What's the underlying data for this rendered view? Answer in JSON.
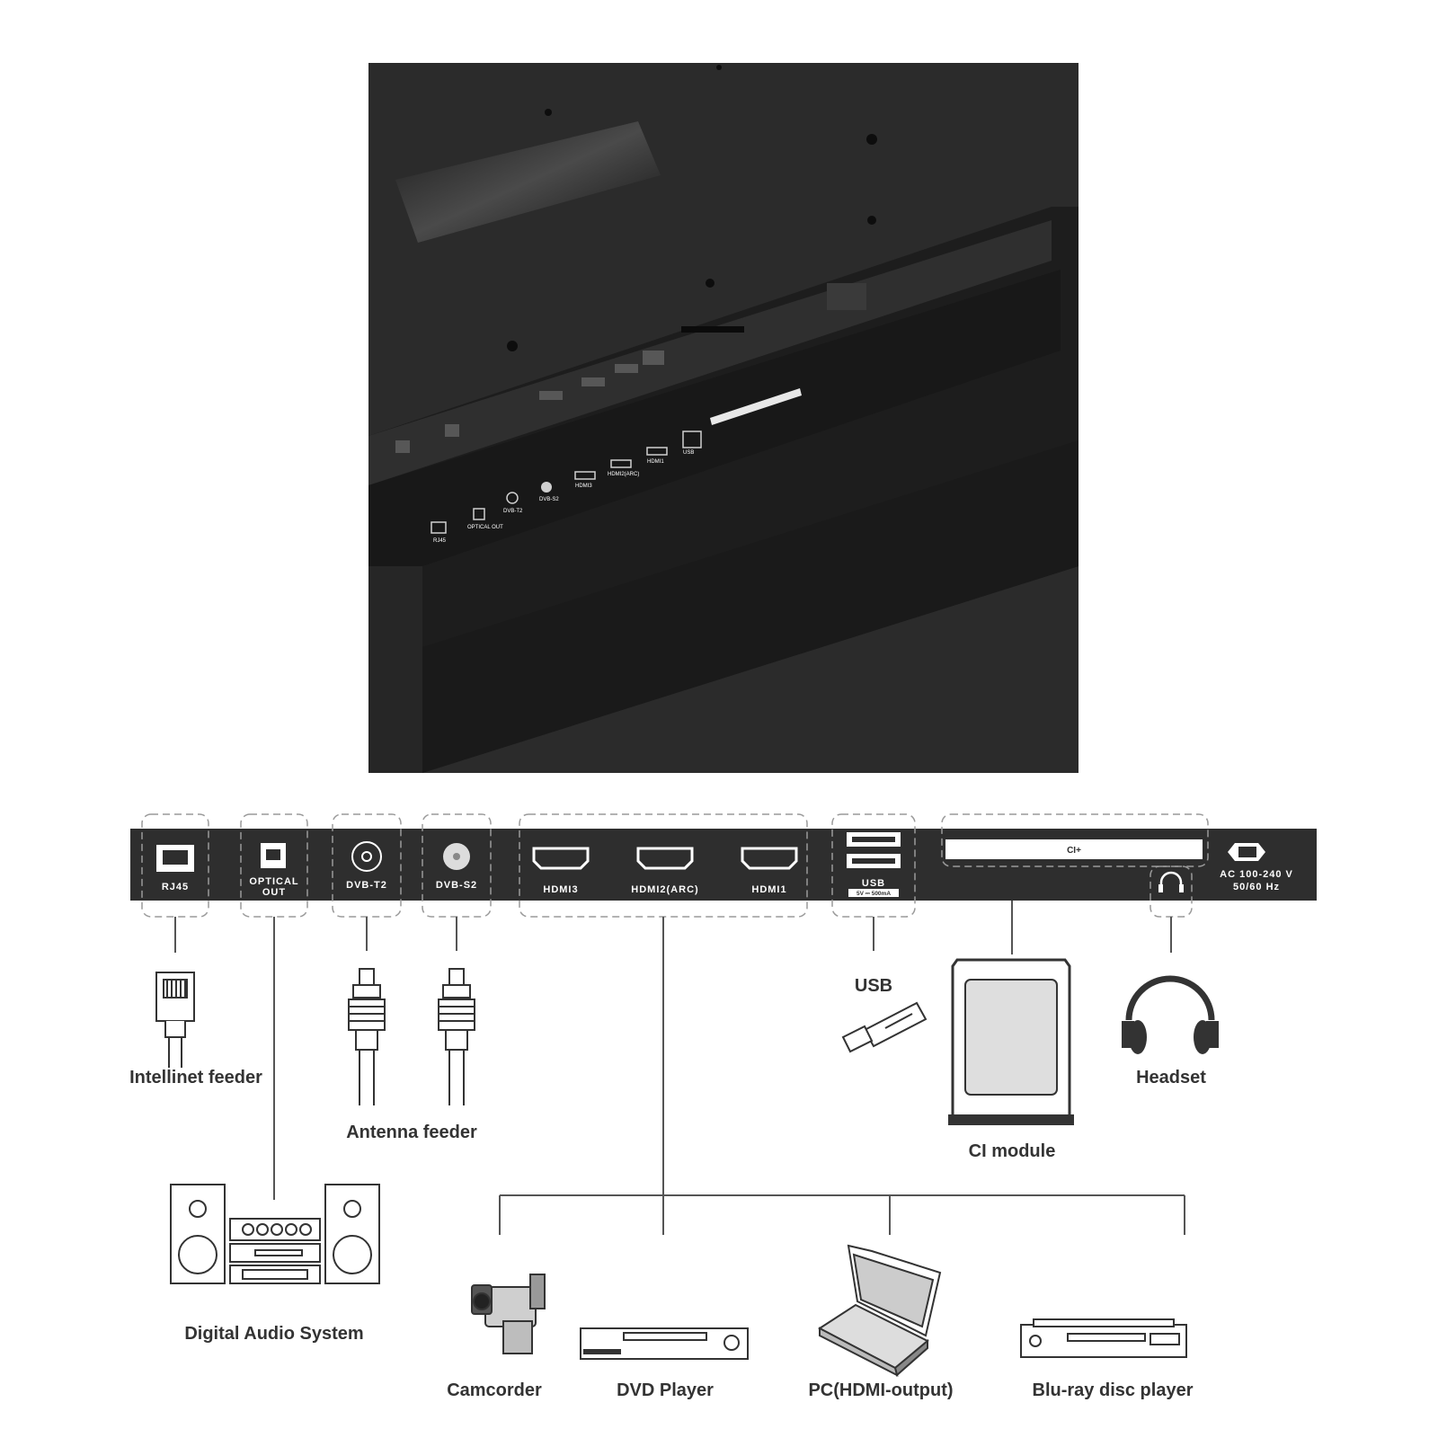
{
  "photo": {
    "port_labels": [
      "RJ45",
      "OPTICAL OUT",
      "DVB-T2",
      "DVB-S2",
      "HDMI3",
      "HDMI2(ARC)",
      "HDMI1",
      "USB"
    ]
  },
  "panel": {
    "ports": {
      "rj45": "RJ45",
      "optical_line1": "OPTICAL",
      "optical_line2": "OUT",
      "dvb_t2": "DVB-T2",
      "dvb_s2": "DVB-S2",
      "hdmi3": "HDMI3",
      "hdmi2": "HDMI2(ARC)",
      "hdmi1": "HDMI1",
      "usb": "USB",
      "usb_rating": "5V ⎓ 500mA",
      "ci": "CI+",
      "ac_line1": "AC 100-240 V",
      "ac_line2": "50/60 Hz"
    }
  },
  "devices": {
    "intellinet": "Intellinet feeder",
    "antenna": "Antenna feeder",
    "digital_audio": "Digital Audio System",
    "usb": "USB",
    "ci_module": "CI module",
    "headset": "Headset",
    "camcorder": "Camcorder",
    "dvd": "DVD Player",
    "pc": "PC(HDMI-output)",
    "bluray": "Blu-ray disc player"
  },
  "colors": {
    "panel": "#2e2e2e",
    "label": "#333333",
    "dashed": "#9a9a9a",
    "line": "#555555"
  }
}
